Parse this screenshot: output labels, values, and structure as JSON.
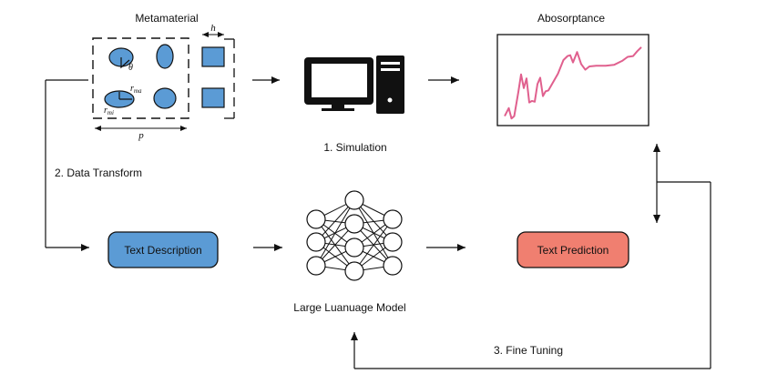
{
  "labels": {
    "metamaterial": "Metamaterial",
    "absorptance": "Abosorptance",
    "simulation": "1. Simulation",
    "data_transform": "2. Data Transform",
    "text_description": "Text Description",
    "text_prediction": "Text Prediction",
    "llm": "Large Luanuage Model",
    "fine_tuning": "3. Fine Tuning"
  },
  "symbols": {
    "h": "h",
    "theta": "θ",
    "r_ma_base": "r",
    "r_ma_sub": "ma",
    "r_mi_base": "r",
    "r_mi_sub": "mi",
    "p": "p"
  },
  "colors": {
    "blue_fill": "#5b9bd5",
    "prediction_fill": "#f07f70",
    "curve": "#e0608e",
    "stroke": "#111111"
  },
  "icons": {
    "computer": "desktop-computer-icon",
    "network": "neural-network-icon"
  },
  "chart_data": {
    "type": "line",
    "title": "Abosorptance",
    "xlabel": "",
    "ylabel": "",
    "grid": false,
    "xlim": [
      0,
      1
    ],
    "ylim": [
      0,
      1
    ],
    "series": [
      {
        "values": [
          [
            0.0,
            0.05
          ],
          [
            0.03,
            0.15
          ],
          [
            0.05,
            0.02
          ],
          [
            0.07,
            0.05
          ],
          [
            0.1,
            0.35
          ],
          [
            0.12,
            0.57
          ],
          [
            0.14,
            0.4
          ],
          [
            0.16,
            0.52
          ],
          [
            0.18,
            0.22
          ],
          [
            0.2,
            0.24
          ],
          [
            0.22,
            0.23
          ],
          [
            0.24,
            0.45
          ],
          [
            0.26,
            0.53
          ],
          [
            0.28,
            0.3
          ],
          [
            0.3,
            0.36
          ],
          [
            0.32,
            0.37
          ],
          [
            0.35,
            0.46
          ],
          [
            0.39,
            0.58
          ],
          [
            0.43,
            0.75
          ],
          [
            0.46,
            0.8
          ],
          [
            0.48,
            0.81
          ],
          [
            0.5,
            0.72
          ],
          [
            0.53,
            0.85
          ],
          [
            0.56,
            0.7
          ],
          [
            0.59,
            0.63
          ],
          [
            0.62,
            0.67
          ],
          [
            0.67,
            0.68
          ],
          [
            0.74,
            0.68
          ],
          [
            0.8,
            0.69
          ],
          [
            0.86,
            0.74
          ],
          [
            0.9,
            0.79
          ],
          [
            0.94,
            0.8
          ],
          [
            0.97,
            0.86
          ],
          [
            1.0,
            0.91
          ]
        ]
      }
    ]
  }
}
